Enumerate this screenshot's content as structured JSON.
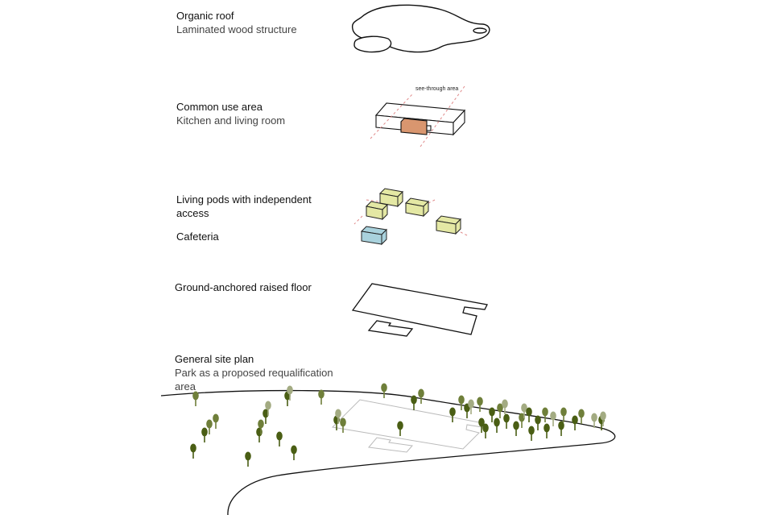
{
  "layers": [
    {
      "title": "Organic roof",
      "subtitle": "Laminated wood structure"
    },
    {
      "title": "Common use area",
      "subtitle": "Kitchen and living room",
      "annotation": "see-through area"
    },
    {
      "title": "Living pods with independent access",
      "title_line2_hint": "",
      "secondary": "Cafeteria"
    },
    {
      "title": "Ground-anchored raised floor"
    },
    {
      "title": "General site plan",
      "subtitle": "Park as a proposed requalification area"
    }
  ],
  "colors": {
    "line": "#111111",
    "kitchen": "#d9966f",
    "pod": "#e4e8a4",
    "cafeteria": "#a9d2dd",
    "arrow": "#e08a8a",
    "tree_dark": "#4a5e14",
    "tree_mid": "#6f7f3a",
    "tree_light": "#a3ab82",
    "plan_line": "#bbbbbb"
  }
}
